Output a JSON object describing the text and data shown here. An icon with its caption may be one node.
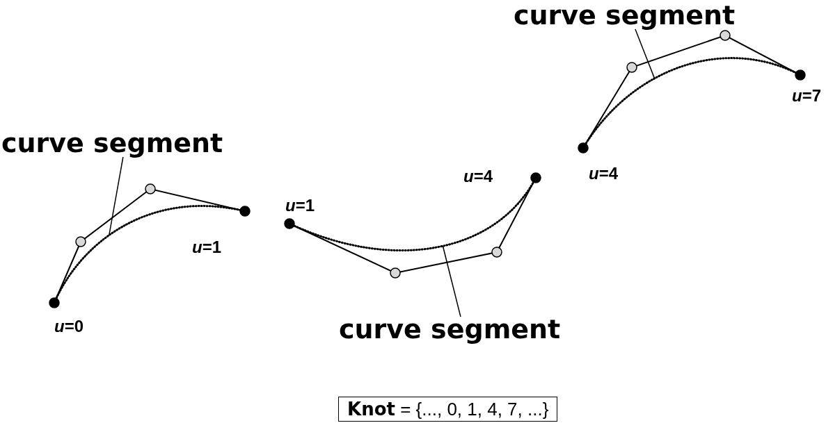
{
  "diagram": {
    "nodes": [
      {
        "text": [
          "curve segment"
        ]
      },
      {
        "text": [
          "curve segment"
        ]
      },
      {
        "text": [],
        "shape": "curve"
      },
      {
        "text": [],
        "shape": "curve"
      },
      {
        "text": [],
        "shape": "curve"
      },
      {
        "text": [
          "curve segment"
        ]
      },
      {
        "text": [
          "**Knot** = {..., 0, 1, 4, 7, ...}"
        ]
      }
    ],
    "edges": [
      {
        "from": 0,
        "to": 4,
        "arrow": "none"
      },
      {
        "from": 1,
        "to": 2,
        "arrow": "none"
      },
      {
        "from": 5,
        "to": 3,
        "arrow": "none"
      }
    ],
    "labels": [
      "*u*=7",
      "*u*=4",
      "*u*=4",
      "*u*=1",
      "*u*=1",
      "*u*=0"
    ]
  }
}
